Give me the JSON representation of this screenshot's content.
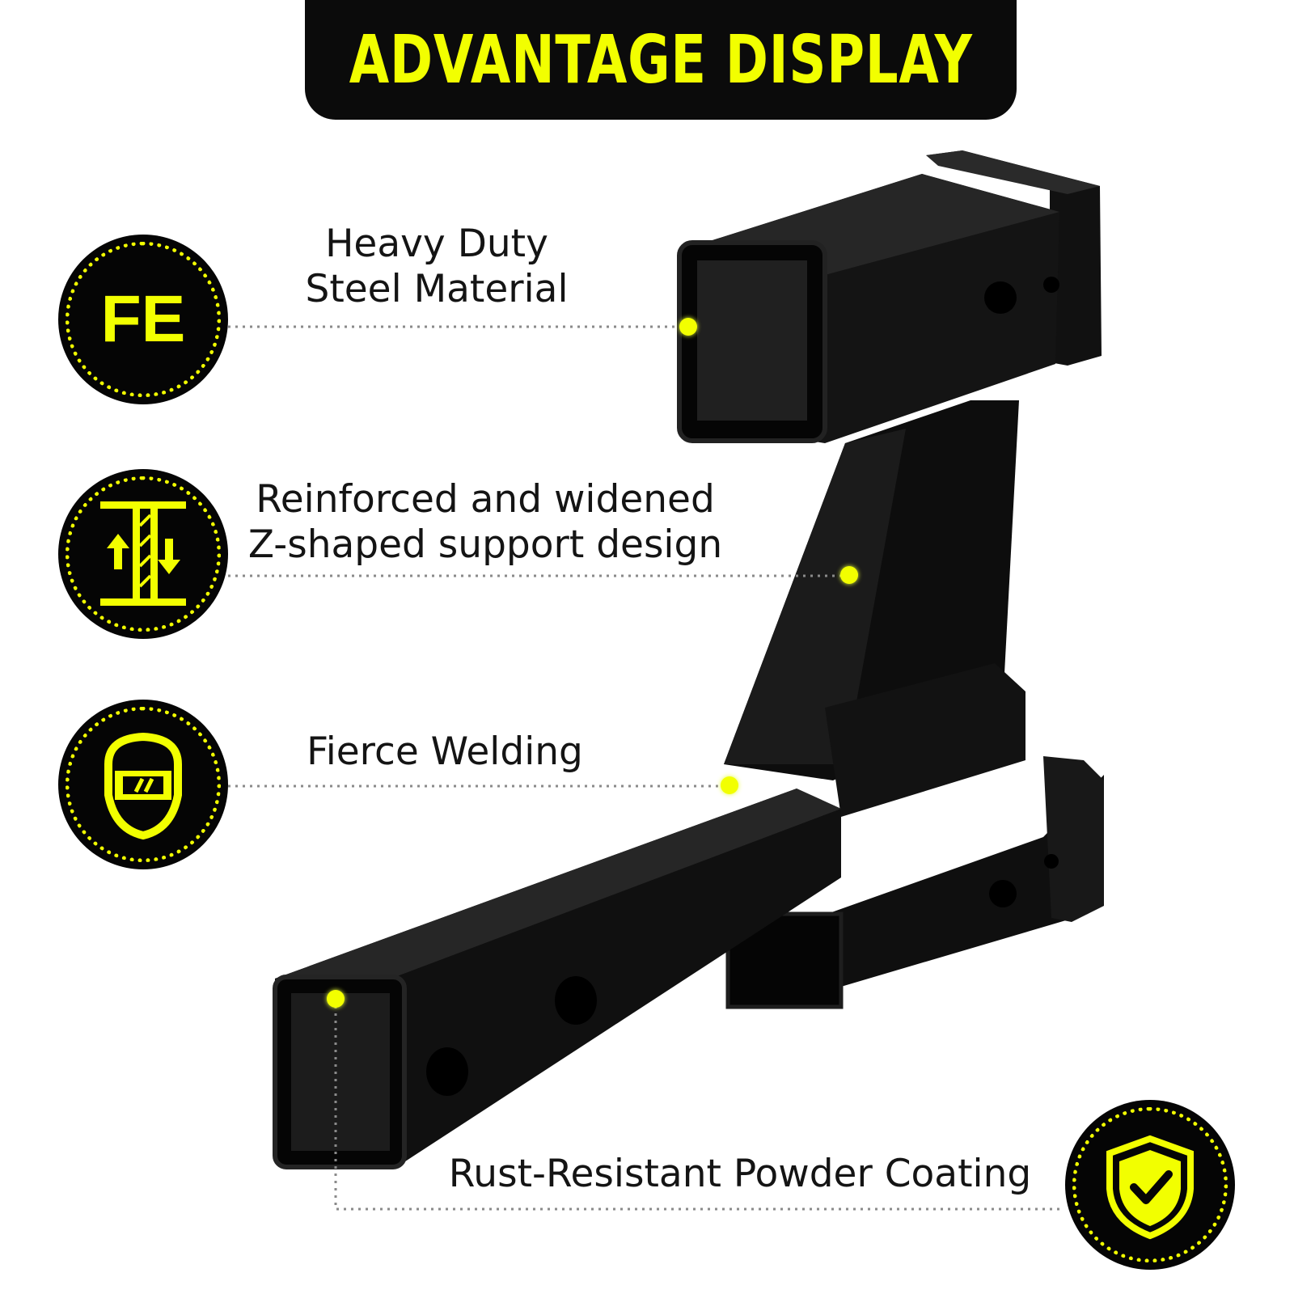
{
  "banner": {
    "title": "ADVANTAGE DISPLAY"
  },
  "colors": {
    "accent": "#f2ff00",
    "badge_bg": "#050505",
    "text": "#141414"
  },
  "features": [
    {
      "icon": "fe-text-icon",
      "icon_text": "FE",
      "line1": "Heavy Duty",
      "line2": "Steel Material"
    },
    {
      "icon": "i-beam-support-icon",
      "line1": "Reinforced and widened",
      "line2": "Z-shaped support design"
    },
    {
      "icon": "welding-helmet-icon",
      "line1": "Fierce Welding"
    },
    {
      "icon": "shield-check-icon",
      "line1": "Rust-Resistant Powder Coating"
    }
  ]
}
